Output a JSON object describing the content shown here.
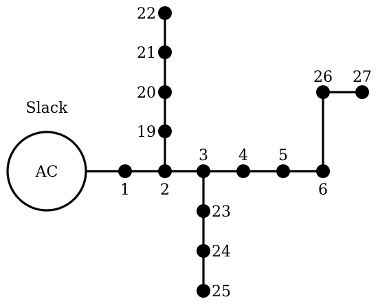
{
  "diagram": {
    "source": {
      "label": "AC",
      "caption": "Slack"
    },
    "buses": [
      "1",
      "2",
      "3",
      "4",
      "5",
      "6",
      "19",
      "20",
      "21",
      "22",
      "23",
      "24",
      "25",
      "26",
      "27"
    ],
    "connections": [
      [
        "AC",
        "1"
      ],
      [
        "1",
        "2"
      ],
      [
        "2",
        "3"
      ],
      [
        "3",
        "4"
      ],
      [
        "4",
        "5"
      ],
      [
        "5",
        "6"
      ],
      [
        "2",
        "19"
      ],
      [
        "19",
        "20"
      ],
      [
        "20",
        "21"
      ],
      [
        "21",
        "22"
      ],
      [
        "3",
        "23"
      ],
      [
        "23",
        "24"
      ],
      [
        "24",
        "25"
      ],
      [
        "6",
        "26"
      ],
      [
        "26",
        "27"
      ]
    ]
  }
}
